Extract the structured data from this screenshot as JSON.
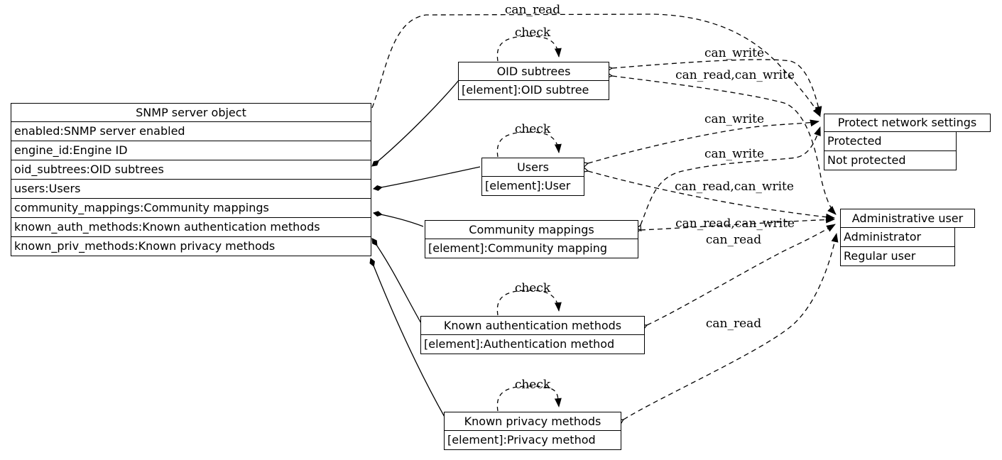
{
  "diagram": {
    "background_color": "#ffffff",
    "line_color": "#000000",
    "nodes": {
      "snmp": {
        "title": "SNMP server object",
        "rows": [
          "enabled:SNMP server enabled",
          "engine_id:Engine ID",
          "oid_subtrees:OID subtrees",
          "users:Users",
          "community_mappings:Community mappings",
          "known_auth_methods:Known authentication methods",
          "known_priv_methods:Known privacy methods"
        ]
      },
      "oid": {
        "title": "OID subtrees",
        "rows": [
          "[element]:OID subtree"
        ]
      },
      "users": {
        "title": "Users",
        "rows": [
          "[element]:User"
        ]
      },
      "community": {
        "title": "Community mappings",
        "rows": [
          "[element]:Community mapping"
        ]
      },
      "known_auth": {
        "title": "Known authentication methods",
        "rows": [
          "[element]:Authentication method"
        ]
      },
      "known_priv": {
        "title": "Known privacy methods",
        "rows": [
          "[element]:Privacy method"
        ]
      },
      "protect": {
        "title": "Protect network settings",
        "rows": [
          "Protected",
          "Not protected"
        ]
      },
      "admin": {
        "title": "Administrative user",
        "rows": [
          "Administrator",
          "Regular user"
        ]
      }
    },
    "edges": [
      {
        "from": "SNMP server object",
        "to": "Protect network settings",
        "label": "can_read",
        "style": "dashed"
      },
      {
        "from": "OID subtrees",
        "to": "OID subtrees",
        "label": "check",
        "style": "dashed-self-loop"
      },
      {
        "from": "OID subtrees",
        "to": "Protect network settings",
        "label": "can_write",
        "style": "dashed"
      },
      {
        "from": "OID subtrees",
        "to": "Administrative user",
        "label": "can_read,can_write",
        "style": "dashed"
      },
      {
        "from": "Users",
        "to": "Users",
        "label": "check",
        "style": "dashed-self-loop"
      },
      {
        "from": "Users",
        "to": "Protect network settings",
        "label": "can_write",
        "style": "dashed"
      },
      {
        "from": "Community mappings",
        "to": "Protect network settings",
        "label": "can_write",
        "style": "dashed"
      },
      {
        "from": "Users",
        "to": "Administrative user",
        "label": "can_read,can_write",
        "style": "dashed"
      },
      {
        "from": "Community mappings",
        "to": "Administrative user",
        "label": "can_read,can_write",
        "style": "dashed"
      },
      {
        "from": "Known authentication methods",
        "to": "Administrative user",
        "label": "can_read",
        "style": "dashed"
      },
      {
        "from": "Known authentication methods",
        "to": "Known authentication methods",
        "label": "check",
        "style": "dashed-self-loop"
      },
      {
        "from": "Known privacy methods",
        "to": "Administrative user",
        "label": "can_read",
        "style": "dashed"
      },
      {
        "from": "Known privacy methods",
        "to": "Known privacy methods",
        "label": "check",
        "style": "dashed-self-loop"
      }
    ],
    "compositions": [
      {
        "from_row": "oid_subtrees:OID subtrees",
        "to": "OID subtrees"
      },
      {
        "from_row": "users:Users",
        "to": "Users"
      },
      {
        "from_row": "community_mappings:Community mappings",
        "to": "Community mappings"
      },
      {
        "from_row": "known_auth_methods:Known authentication methods",
        "to": "Known authentication methods"
      },
      {
        "from_row": "known_priv_methods:Known privacy methods",
        "to": "Known privacy methods"
      }
    ]
  }
}
